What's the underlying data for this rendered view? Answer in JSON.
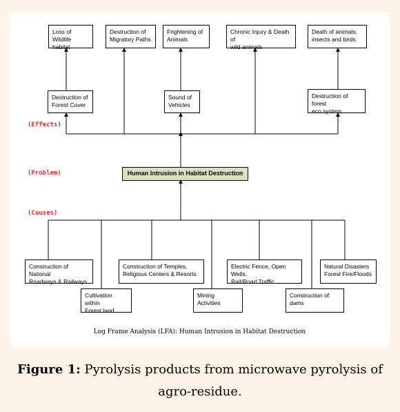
{
  "effects_top": [
    "Loss of\nWildlife habitat",
    "Destruction of\nMigratory Paths",
    "Frightening of\nAnimals",
    "Chronic Injury & Death of\nwild animals",
    "Death of animals,\ninsects and birds"
  ],
  "effects_mid": [
    "Destruction of\nForest Cover",
    "Sound of\nVehicles",
    "Destruction of forest\neco system"
  ],
  "labels": {
    "effects": "(Effects)",
    "problem": "(Problem)",
    "causes": "(Causes)"
  },
  "problem_text": "Human Intrusion in Habitat Destruction",
  "causes": [
    "Construction of National\nRoadways & Railways",
    "Cultivation within\nForest land",
    "Construction of Temples,\nReligious Centers & Resorts",
    "Mining\nActivities",
    "Electric Fence, Open Wells,\nRail/Road Traffic",
    "Construction of\ndams",
    "Natural Disasters\nForest Fire/Floods"
  ],
  "panel_caption": "Log Frame Analysis (LFA): Human Intrusion in Habitat Destruction",
  "figure_caption": {
    "label": "Figure 1:",
    "text": "Pyrolysis products from microwave pyrolysis of agro-residue."
  },
  "colors": {
    "problem_fill": "#d6e3bc",
    "label_red": "#e03030",
    "page_bg": "#fdf3e6"
  }
}
